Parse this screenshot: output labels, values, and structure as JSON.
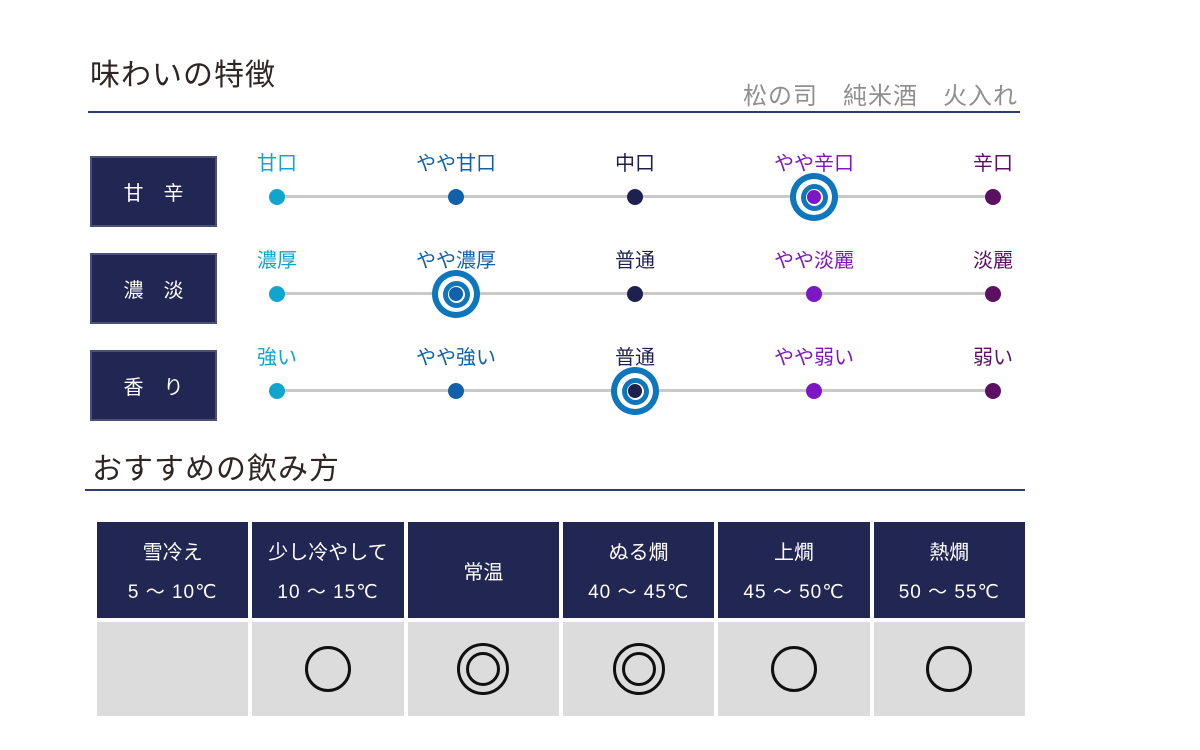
{
  "header": {
    "title": "味わいの特徴",
    "subtitle": "松の司　純米酒　火入れ"
  },
  "section2": {
    "title": "おすすめの飲み方"
  },
  "palette": {
    "scale_colors": [
      "#0fa5cd",
      "#1061a9",
      "#1e2150",
      "#7d17c4",
      "#5c1062"
    ],
    "ring_blue": "#0e76bc",
    "box_navy": "#212653",
    "box_border": "#4b5078",
    "rule_navy": "#2e3d6e",
    "line_gray": "#c9c9c9",
    "body_gray": "#dcdcdc",
    "subtitle_gray": "#8f8f8f",
    "title_ink": "#2e2624"
  },
  "scales": [
    {
      "name": "甘　辛",
      "options": [
        "甘口",
        "やや甘口",
        "中口",
        "やや辛口",
        "辛口"
      ],
      "selected_index": 3,
      "selected_label": "やや辛口"
    },
    {
      "name": "濃　淡",
      "options": [
        "濃厚",
        "やや濃厚",
        "普通",
        "やや淡麗",
        "淡麗"
      ],
      "selected_index": 1,
      "selected_label": "やや濃厚"
    },
    {
      "name": "香　り",
      "options": [
        "強い",
        "やや強い",
        "普通",
        "やや弱い",
        "弱い"
      ],
      "selected_index": 2,
      "selected_label": "普通"
    }
  ],
  "table": {
    "columns": [
      {
        "name": "雪冷え",
        "temp": "5 ～ 10℃",
        "mark": "none"
      },
      {
        "name": "少し冷やして",
        "temp": "10 ～ 15℃",
        "mark": "single"
      },
      {
        "name": "常温",
        "temp": "",
        "mark": "double"
      },
      {
        "name": "ぬる燗",
        "temp": "40 ～ 45℃",
        "mark": "double"
      },
      {
        "name": "上燗",
        "temp": "45 ～ 50℃",
        "mark": "single"
      },
      {
        "name": "熱燗",
        "temp": "50 ～ 55℃",
        "mark": "single"
      }
    ],
    "mark_legend": {
      "single": "○",
      "double": "◎",
      "none": ""
    }
  },
  "chart_data": [
    {
      "type": "scatter",
      "title": "甘辛",
      "categories": [
        "甘口",
        "やや甘口",
        "中口",
        "やや辛口",
        "辛口"
      ],
      "selected": "やや辛口",
      "selected_index": 3,
      "scale_points": 5
    },
    {
      "type": "scatter",
      "title": "濃淡",
      "categories": [
        "濃厚",
        "やや濃厚",
        "普通",
        "やや淡麗",
        "淡麗"
      ],
      "selected": "やや濃厚",
      "selected_index": 1,
      "scale_points": 5
    },
    {
      "type": "scatter",
      "title": "香り",
      "categories": [
        "強い",
        "やや強い",
        "普通",
        "やや弱い",
        "弱い"
      ],
      "selected": "普通",
      "selected_index": 2,
      "scale_points": 5
    },
    {
      "type": "table",
      "title": "おすすめの飲み方",
      "categories": [
        "雪冷え 5～10℃",
        "少し冷やして 10～15℃",
        "常温",
        "ぬる燗 40～45℃",
        "上燗 45～50℃",
        "熱燗 50～55℃"
      ],
      "values": [
        "",
        "○",
        "◎",
        "◎",
        "○",
        "○"
      ]
    }
  ]
}
